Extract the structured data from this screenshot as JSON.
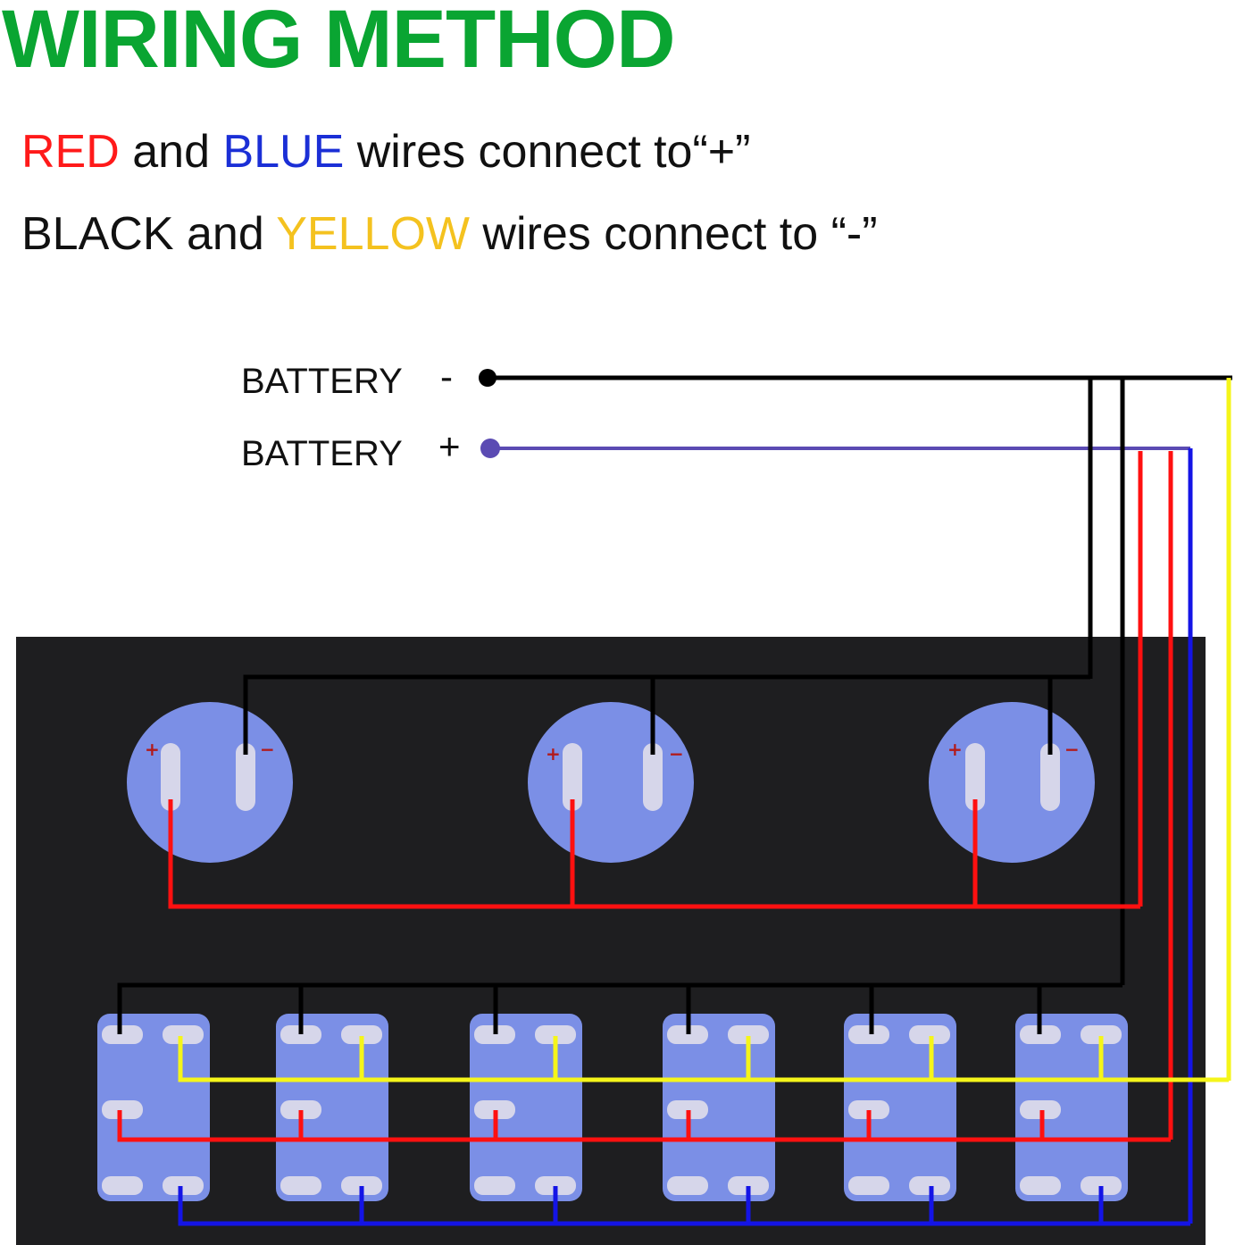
{
  "title": "WIRING METHOD",
  "instructions": {
    "line1": {
      "w1": "RED",
      "t1": " and ",
      "w2": "BLUE",
      "t2": " wires connect to“+”"
    },
    "line2": {
      "w1": "BLACK",
      "t1": " and ",
      "w2": "YELLOW",
      "t2": " wires connect to “-”"
    }
  },
  "battery": {
    "negative": {
      "label": "BATTERY",
      "sign": "-"
    },
    "positive": {
      "label": "BATTERY",
      "sign": "+"
    }
  },
  "indicators": {
    "count": 3,
    "plus_label": "+",
    "minus_label": "−"
  },
  "rocker_switches": {
    "count": 6
  },
  "colors": {
    "title": "#0aa532",
    "red_wire": "#ff1010",
    "blue_wire": "#1414e6",
    "black_wire": "#000000",
    "yellow_wire": "#f5f51a",
    "battery_positive_dot": "#5b4bb3",
    "panel": "#1e1e20",
    "switch_body": "#7b8fe6",
    "terminal": "#d6d6ea"
  }
}
